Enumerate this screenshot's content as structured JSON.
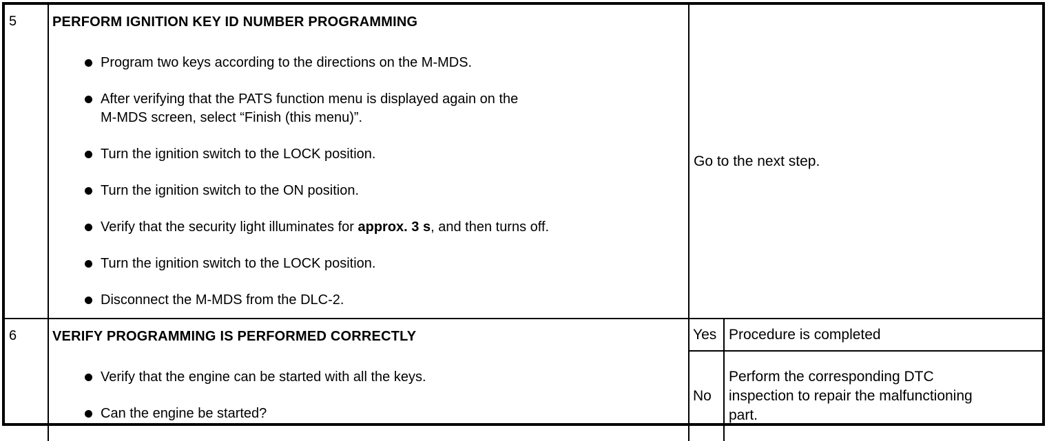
{
  "page": {
    "background": "#ffffff",
    "border_color": "#000000",
    "text_color": "#000000"
  },
  "table": {
    "rows": [
      {
        "step": "5",
        "title": "PERFORM IGNITION KEY ID NUMBER PROGRAMMING",
        "bullets": [
          {
            "text": "Program two keys according to the directions on the M-MDS."
          },
          {
            "text": "After verifying that the PATS function menu is displayed again on the\nM-MDS screen, select “Finish (this menu)”."
          },
          {
            "text": "Turn the ignition switch to the LOCK position."
          },
          {
            "text": "Turn the ignition switch to the ON position."
          },
          {
            "pre": "Verify that the security light illuminates for ",
            "bold": "approx. 3 s",
            "post": ", and then turns off."
          },
          {
            "text": "Turn the ignition switch to the LOCK position."
          },
          {
            "text": "Disconnect the M-MDS from the DLC-2."
          }
        ],
        "result": {
          "text": "Go to the next step."
        }
      },
      {
        "step": "6",
        "title": "VERIFY PROGRAMMING IS PERFORMED CORRECTLY",
        "bullets": [
          {
            "text": "Verify that the engine can be started with all the keys."
          },
          {
            "text": "Can the engine be started?"
          }
        ],
        "results": [
          {
            "flag": "Yes",
            "text": "Procedure is completed"
          },
          {
            "flag": "No",
            "text": "Perform the corresponding DTC\ninspection to repair the malfunctioning\npart."
          }
        ]
      }
    ]
  }
}
